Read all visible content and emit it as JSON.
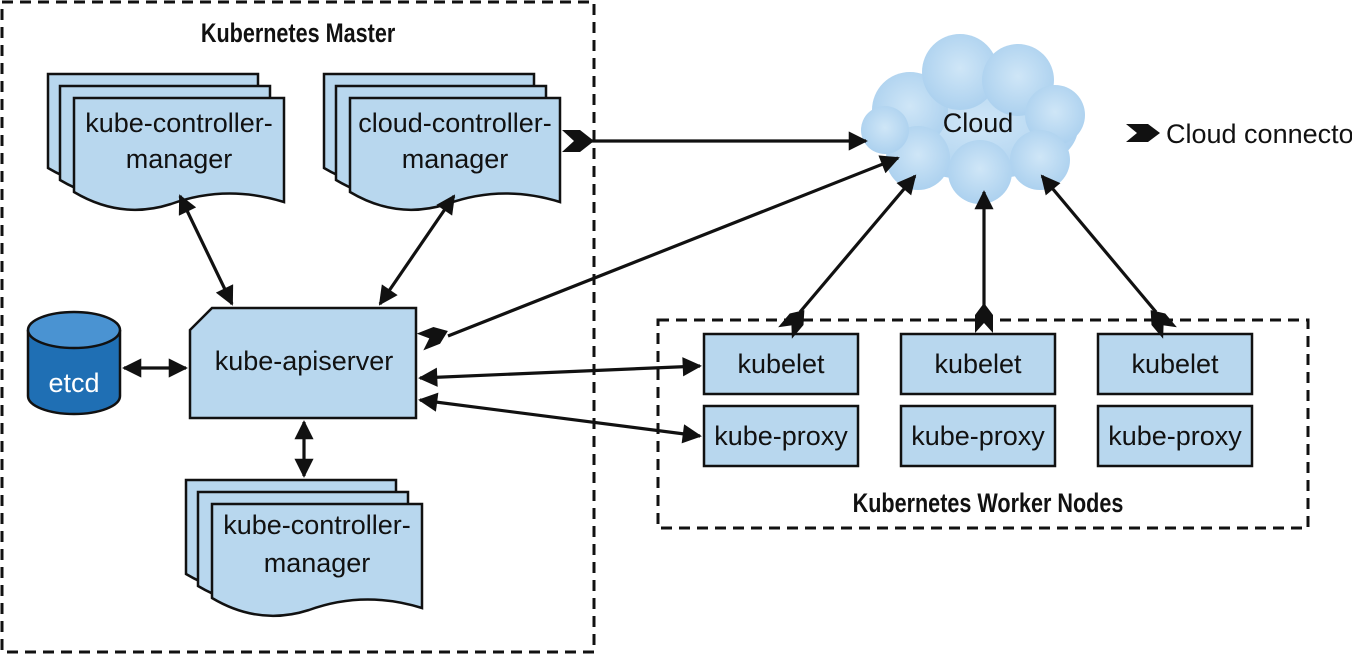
{
  "diagram": {
    "master_title": "Kubernetes Master",
    "worker_title": "Kubernetes Worker Nodes",
    "cloud_label": "Cloud",
    "legend_label": "Cloud connector",
    "etcd_label": "etcd",
    "apiserver_label": "kube-apiserver",
    "kcm_top": {
      "line1": "kube-controller-",
      "line2": "manager"
    },
    "ccm": {
      "line1": "cloud-controller-",
      "line2": "manager"
    },
    "kcm_bottom": {
      "line1": "kube-controller-",
      "line2": "manager"
    },
    "nodes": [
      {
        "kubelet": "kubelet",
        "proxy": "kube-proxy"
      },
      {
        "kubelet": "kubelet",
        "proxy": "kube-proxy"
      },
      {
        "kubelet": "kubelet",
        "proxy": "kube-proxy"
      }
    ]
  },
  "colors": {
    "component_fill": "#b8d7ee",
    "etcd_fill": "#1f6fb4",
    "cloud_fill": "#bcdcf2",
    "stroke": "#111111"
  }
}
